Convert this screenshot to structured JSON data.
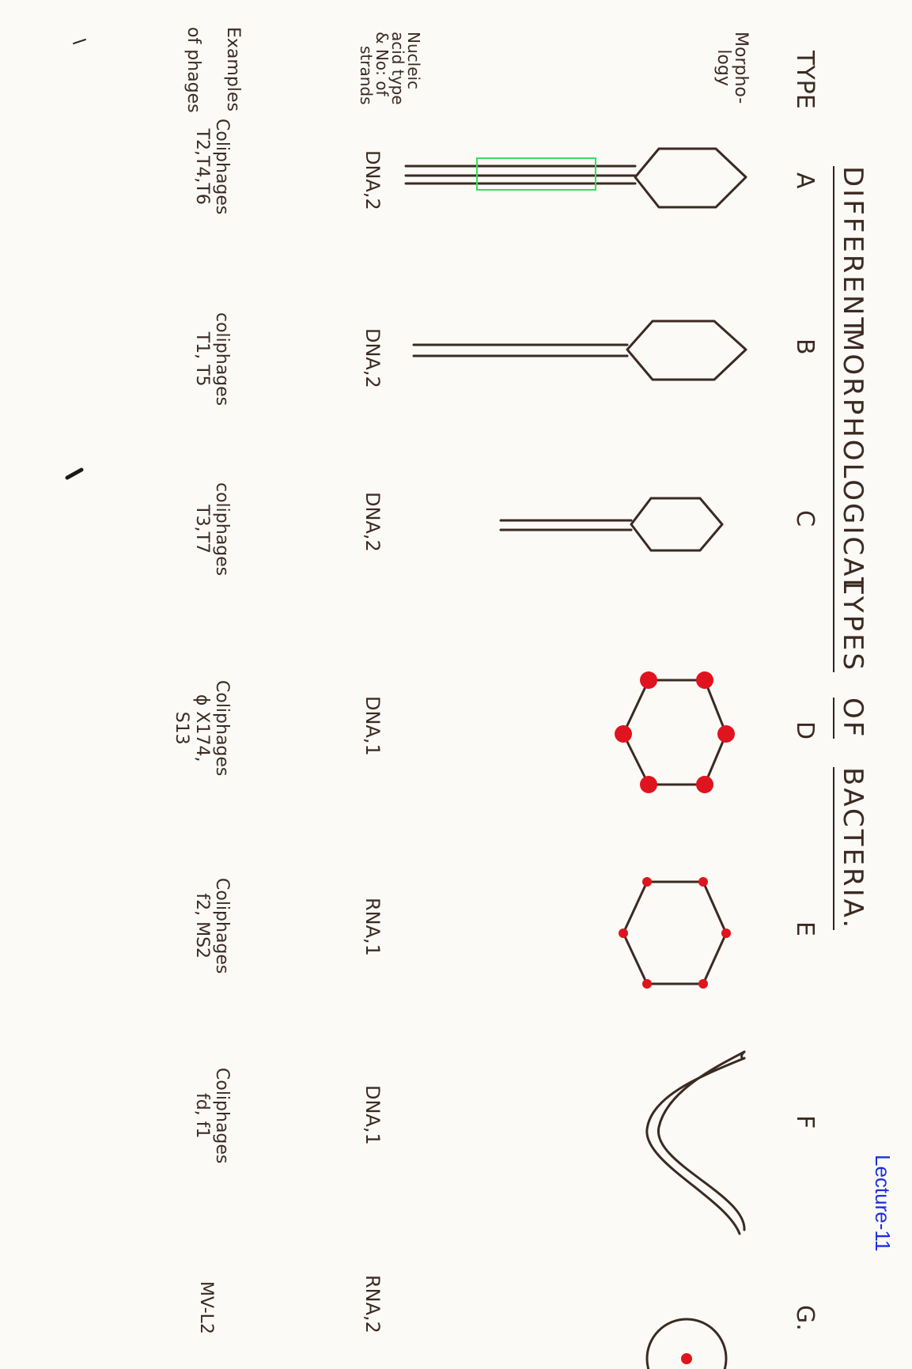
{
  "title_words": [
    "DIFFERENT",
    "MORPHOLOGICAL",
    "TYPES",
    "OF",
    "BACTERIA."
  ],
  "lecture": "Lecture-11",
  "row_labels": {
    "type": "TYPE",
    "morphology": [
      "Morpho-",
      "logy"
    ],
    "nucleic": [
      "Nucleic",
      "acid type",
      "& No: of",
      "strands"
    ],
    "examples": [
      "Examples",
      "of phages"
    ]
  },
  "types": [
    {
      "letter": "A",
      "acid": "DNA,2",
      "examples": [
        "Coliphages",
        "T2,T4,T6"
      ]
    },
    {
      "letter": "B",
      "acid": "DNA,2",
      "examples": [
        "coliphages",
        "T1, T5"
      ]
    },
    {
      "letter": "C",
      "acid": "DNA,2",
      "examples": [
        "coliphages",
        "T3,T7"
      ]
    },
    {
      "letter": "D",
      "acid": "DNA,1",
      "examples": [
        "Coliphages",
        "ϕ X174,",
        "S13"
      ]
    },
    {
      "letter": "E",
      "acid": "RNA,1",
      "examples": [
        "Coliphages",
        "f2, MS2"
      ]
    },
    {
      "letter": "F",
      "acid": "DNA,1",
      "examples": [
        "Coliphages",
        "fd, f1"
      ]
    },
    {
      "letter": "G.",
      "acid": "RNA,2",
      "examples": [
        "MV-L2"
      ]
    }
  ],
  "colors": {
    "ink": "#3b2a22",
    "red_dot": "#e0141e",
    "green_box": "#3cdc5a",
    "lecture_blue": "#1b2fe0"
  }
}
